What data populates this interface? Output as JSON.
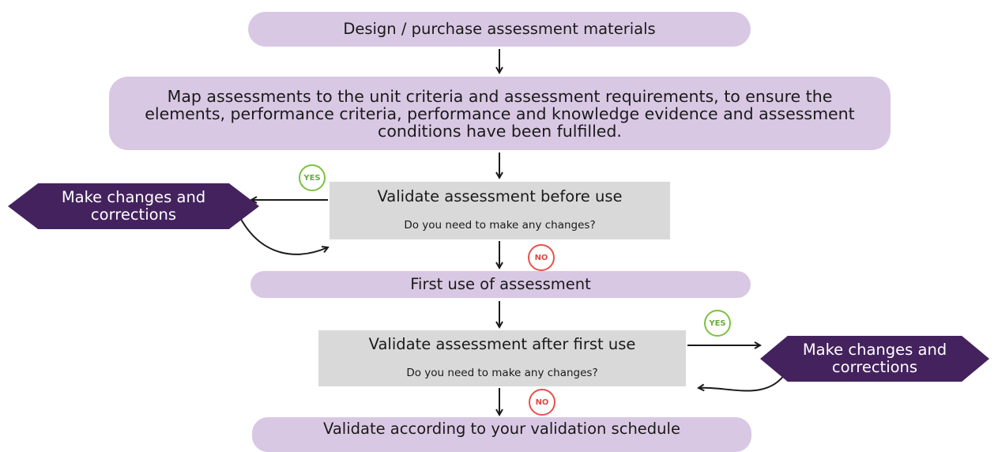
{
  "steps": {
    "design": "Design / purchase assessment materials",
    "map": "Map assessments to the unit criteria and assessment requirements, to ensure the elements, performance criteria, performance and knowledge evidence and assessment conditions have been fulfilled.",
    "validate_before": {
      "title": "Validate assessment before use",
      "question": "Do you need to make any changes?"
    },
    "first_use": "First use of assessment",
    "validate_after": {
      "title": "Validate assessment after first use",
      "question": "Do you need to make any changes?"
    },
    "schedule": "Validate according to your validation schedule"
  },
  "changes": {
    "left": "Make changes and corrections",
    "right": "Make changes and corrections"
  },
  "decisions": {
    "yes_label": "YES",
    "no_label": "NO"
  },
  "colors": {
    "step_fill": "#d9c8e4",
    "decision_fill": "#d9d9d9",
    "changes_fill": "#44225e",
    "yes": "#7ac143",
    "no": "#e8504a"
  }
}
